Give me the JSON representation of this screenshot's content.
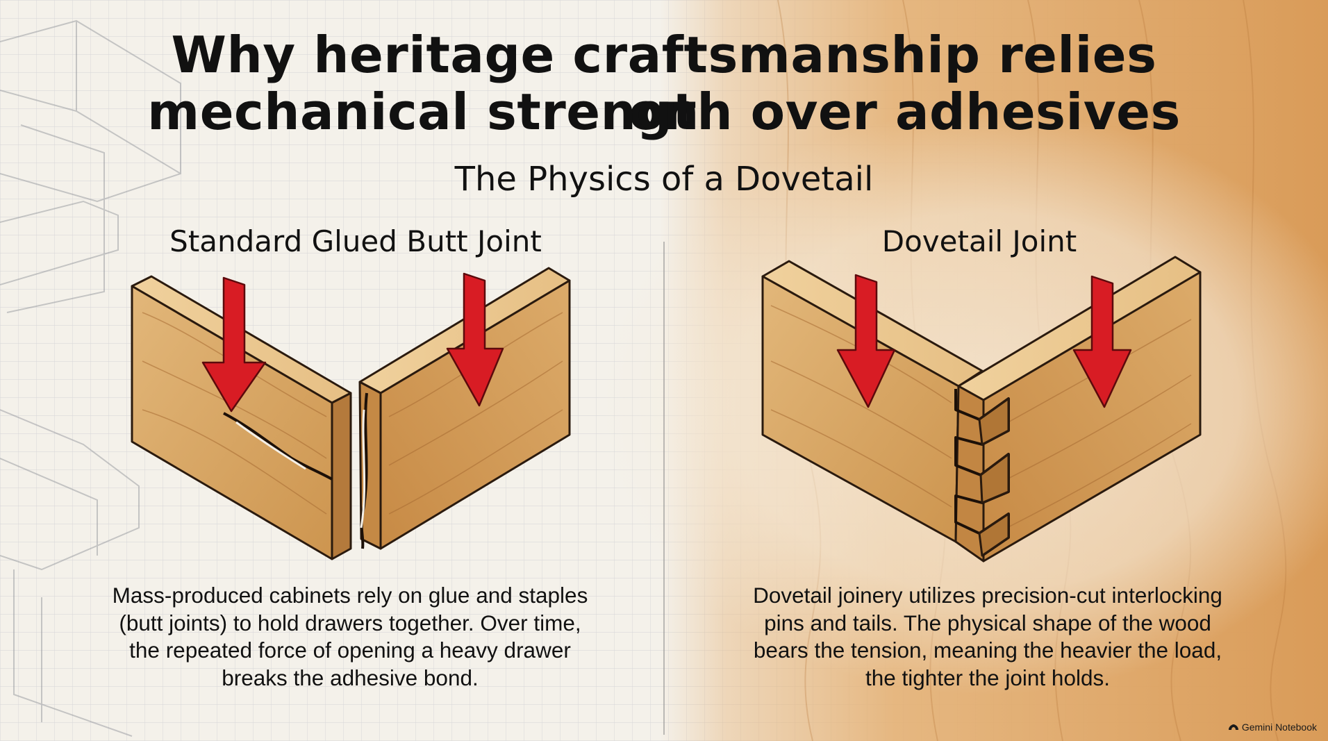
{
  "title": {
    "line1": "Why heritage craftsmanship relies on",
    "line2": "mechanical strength over adhesives"
  },
  "subtitle": "The Physics of a Dovetail",
  "panels": [
    {
      "heading": "Standard Glued Butt Joint",
      "description": [
        "Mass-produced cabinets rely on glue and staples",
        "(butt joints) to hold drawers together. Over time,",
        "the repeated force of opening a heavy drawer",
        "breaks the adhesive bond."
      ]
    },
    {
      "heading": "Dovetail Joint",
      "description": [
        "Dovetail joinery utilizes precision-cut interlocking",
        "pins and tails. The physical shape of the wood",
        "bears the tension, meaning the heavier the load,",
        "the tighter the joint holds."
      ]
    }
  ],
  "watermark": "Gemini Notebook",
  "colors": {
    "force_arrow": "#d81c24",
    "wood_light": "#e2b77a",
    "wood_mid": "#cf9a57",
    "wood_dark": "#b47a3c",
    "outline": "#2a1a0e",
    "grid_paper": "#f4f1ea"
  },
  "icons": [
    "force-arrow-icon",
    "crack-icon",
    "gemini-logo-icon"
  ]
}
